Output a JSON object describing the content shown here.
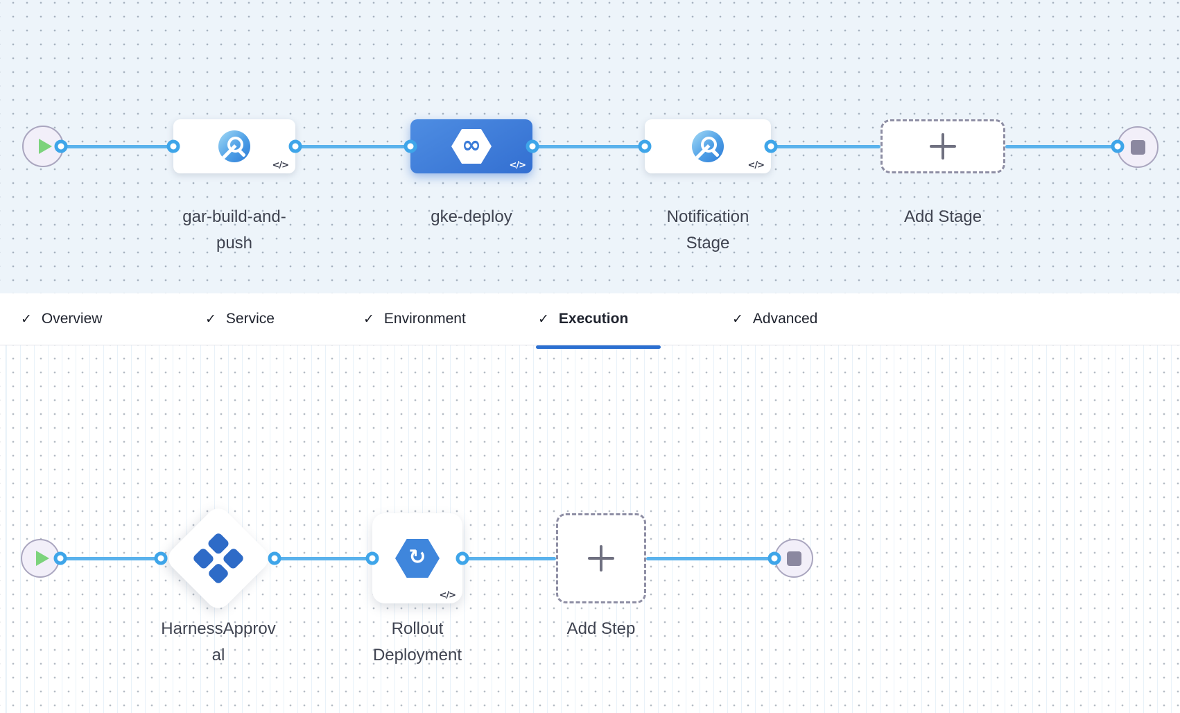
{
  "canvas": {
    "stage_row": {
      "stages": [
        {
          "name": "gar-build-and-push",
          "label_lines": [
            "gar-build-and-",
            "push"
          ],
          "kind": "custom-stage",
          "selected": false
        },
        {
          "name": "gke-deploy",
          "label_lines": [
            "gke-deploy"
          ],
          "kind": "deploy-stage",
          "selected": true
        },
        {
          "name": "Notification Stage",
          "label_lines": [
            "Notification",
            "Stage"
          ],
          "kind": "custom-stage",
          "selected": false
        },
        {
          "name": "Add Stage",
          "label_lines": [
            "Add Stage"
          ],
          "kind": "add-stage"
        }
      ]
    },
    "tab_bar": {
      "check_glyph": "✓",
      "tabs": [
        {
          "label": "Overview",
          "checked": true,
          "active": false
        },
        {
          "label": "Service",
          "checked": true,
          "active": false
        },
        {
          "label": "Environment",
          "checked": true,
          "active": false
        },
        {
          "label": "Execution",
          "checked": true,
          "active": true
        },
        {
          "label": "Advanced",
          "checked": true,
          "active": false
        }
      ]
    },
    "execution_row": {
      "steps": [
        {
          "name": "HarnessApproval",
          "label_lines": [
            "HarnessApprov",
            "al"
          ],
          "kind": "approval-step"
        },
        {
          "name": "Rollout Deployment",
          "label_lines": [
            "Rollout",
            "Deployment"
          ],
          "kind": "rollout-step"
        },
        {
          "name": "Add Step",
          "label_lines": [
            "Add Step"
          ],
          "kind": "add-step"
        }
      ]
    }
  },
  "icons": {
    "yaml_badge": "</>",
    "infinity_glyph": "∞",
    "rollout_glyph": "↻"
  },
  "colors": {
    "connector_blue": "#5AB2EC",
    "selected_stage_blue": "#336FD1",
    "tab_active_underline": "#2B6FD1",
    "canvas_top_bg": "#EDF4FA",
    "approval_icon_blue": "#2E6BC7",
    "rollout_icon_blue": "#3F86DC",
    "custom_stage_gradient": "#2D7BD6",
    "play_green": "#7CD37C",
    "stop_gray": "#8B88A0"
  }
}
